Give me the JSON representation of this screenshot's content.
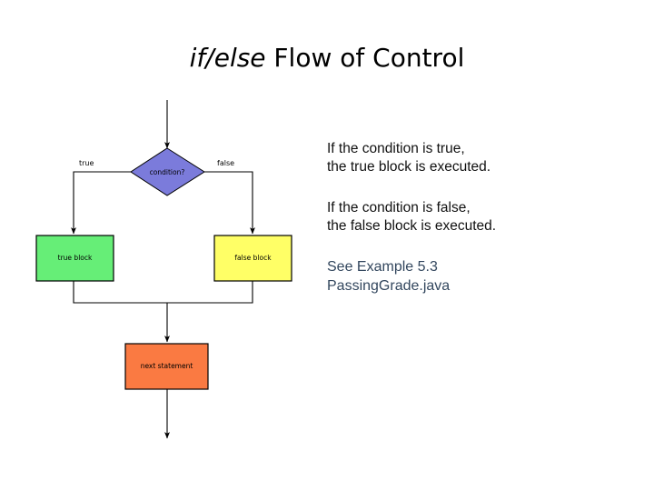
{
  "slide": {
    "title_keyword": "if/else",
    "title_rest": " Flow of Control",
    "background_color": "#ffffff"
  },
  "flowchart": {
    "nodes": [
      {
        "id": "condition",
        "shape": "diamond",
        "label": "condition?",
        "fill": "#7b7bdb",
        "stroke": "#000000"
      },
      {
        "id": "true-block",
        "shape": "rectangle",
        "label": "true block",
        "fill": "#66ee77",
        "stroke": "#000000"
      },
      {
        "id": "false-block",
        "shape": "rectangle",
        "label": "false block",
        "fill": "#ffff66",
        "stroke": "#000000"
      },
      {
        "id": "next-statement",
        "shape": "rectangle",
        "label": "next statement",
        "fill": "#fa7a42",
        "stroke": "#000000"
      }
    ],
    "edges": [
      {
        "id": "entry",
        "label": ""
      },
      {
        "id": "condition-to-true",
        "label": "true"
      },
      {
        "id": "condition-to-false",
        "label": "false"
      },
      {
        "id": "merge-to-next",
        "label": ""
      },
      {
        "id": "exit",
        "label": ""
      }
    ],
    "line_color": "#000000"
  },
  "notes": {
    "true_case": "If  the condition is true,\nthe true block is executed.",
    "false_case": "If the condition is false,\nthe false block is executed.",
    "example": "See Example 5.3\n PassingGrade.java",
    "example_color": "#33475e"
  }
}
